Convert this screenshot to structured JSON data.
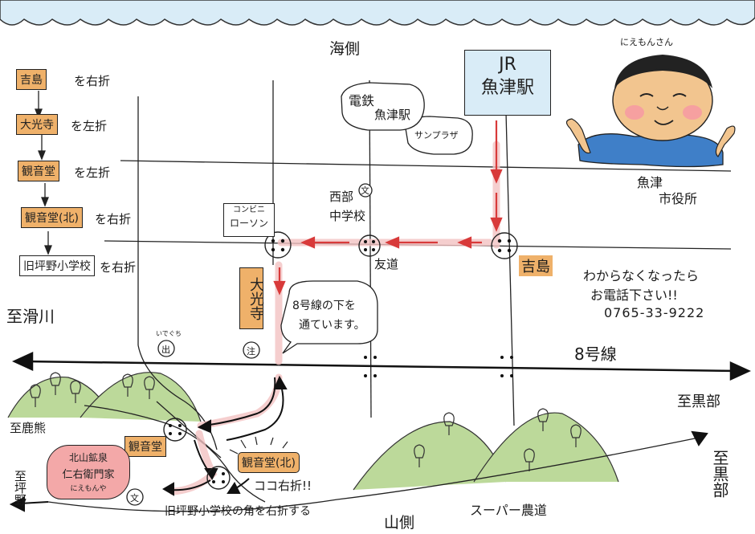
{
  "top_label": "海側",
  "bottom_label": "山側",
  "jr_station": {
    "line1": "JR",
    "line2": "魚津駅"
  },
  "densha_station": {
    "line1": "電鉄",
    "line2": "魚津駅"
  },
  "sunplaza": "サンプラザ",
  "city_hall": {
    "line1": "魚津",
    "line2": "市役所"
  },
  "mascot_caption": "にえもんさん",
  "steps": [
    {
      "place": "吉島",
      "action": "を右折"
    },
    {
      "place": "大光寺",
      "action": "を左折"
    },
    {
      "place": "観音堂",
      "action": "を左折"
    },
    {
      "place": "観音堂(北)",
      "action": "を右折"
    },
    {
      "place": "旧坪野小学校",
      "action": "を右折"
    }
  ],
  "konbini": {
    "line1": "コンビニ",
    "line2": "ローソン"
  },
  "school_west": {
    "line1": "西部",
    "line2": "中学校",
    "symbol": "文"
  },
  "yoshijima": "吉島",
  "tomomichi": "友道",
  "daikoji": "大光寺",
  "callout_text": {
    "line1": "8号線の下を",
    "line2": "通ています。"
  },
  "help_text": {
    "line1": "わからなくなったら",
    "line2": "お電話下さい!!",
    "phone": "0765-33-9222"
  },
  "road_8": "8号線",
  "to_namerikawa": "至滑川",
  "to_kurobe_right": "至黒部",
  "to_kurobe_bottom": "至黒部",
  "to_kaigakure": "至鹿熊",
  "to_tsubono": "至坪野",
  "exit_mark": "出",
  "exit_caption": "いでぐち",
  "note_mark": "注",
  "kannondo": "観音堂",
  "kannondo_north": "観音堂(北)",
  "koko_right": "ココ右折!!",
  "destination": {
    "line1": "北山鉱泉",
    "line2": "仁右衛門家",
    "line3": "にえもんや"
  },
  "school_mark": "文",
  "bottom_note": "旧坪野小学校の角を右折する",
  "super_farm_road": "スーパー農道",
  "colors": {
    "orange": "#efb16a",
    "pink": "#f3a8a8",
    "sea": "#d9ecf7",
    "hill": "#bcd99a",
    "shirt": "#3f7fc8",
    "face": "#f2c58f",
    "red_arrow": "#d83a3a"
  }
}
